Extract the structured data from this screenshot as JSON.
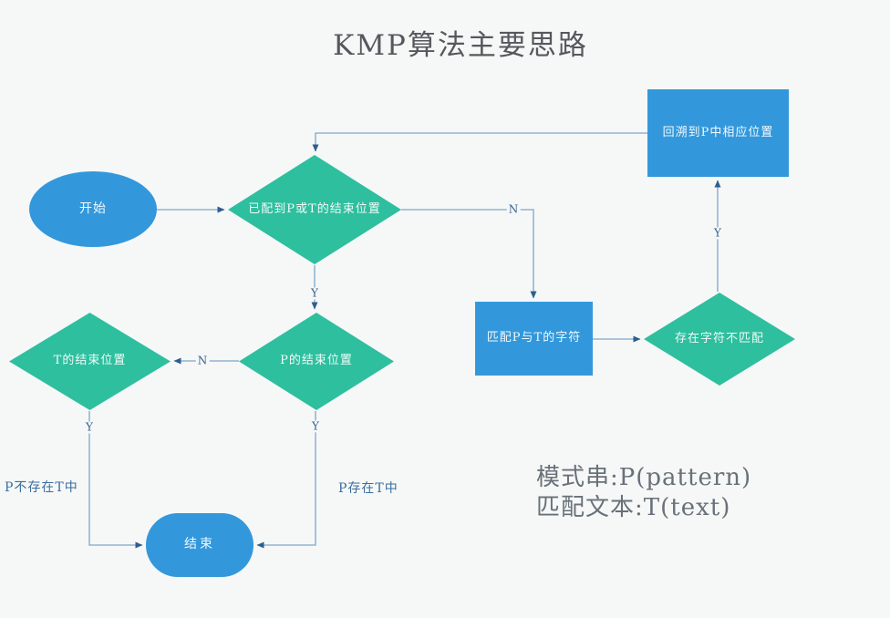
{
  "title": "KMP算法主要思路",
  "colors": {
    "background": "#f6f8f7",
    "process_blue": "#3398db",
    "decision_teal": "#2ebf9f",
    "connector_line": "#7ea6c9",
    "connector_arrow": "#2d5e8f",
    "edge_label_text": "#35618f",
    "title_text": "#55595d",
    "note_text": "#68717a",
    "annotation_text": "#3b6d9e"
  },
  "nodes": {
    "start": {
      "label": "开始",
      "shape": "ellipse"
    },
    "decision_matched_end": {
      "label": "已配到P或T的结束位置",
      "shape": "diamond"
    },
    "backtrack": {
      "label": "回溯到P中相应位置",
      "shape": "rectangle"
    },
    "match_chars": {
      "label": "匹配P与T的字符",
      "shape": "rectangle"
    },
    "mismatch": {
      "label": "存在字符不匹配",
      "shape": "diamond"
    },
    "p_end": {
      "label": "P的结束位置",
      "shape": "diamond"
    },
    "t_end": {
      "label": "T的结束位置",
      "shape": "diamond"
    },
    "end": {
      "label": "结束",
      "shape": "stadium"
    }
  },
  "edge_labels": {
    "decision1_no": "N",
    "decision1_yes": "Y",
    "mismatch_yes": "Y",
    "p_end_no": "N",
    "t_end_yes": "Y",
    "p_end_yes": "Y"
  },
  "annotations": {
    "p_not_in_t": "P不存在T中",
    "p_in_t": "P存在T中",
    "note_line1": "模式串:P(pattern)",
    "note_line2": "匹配文本:T(text)"
  }
}
